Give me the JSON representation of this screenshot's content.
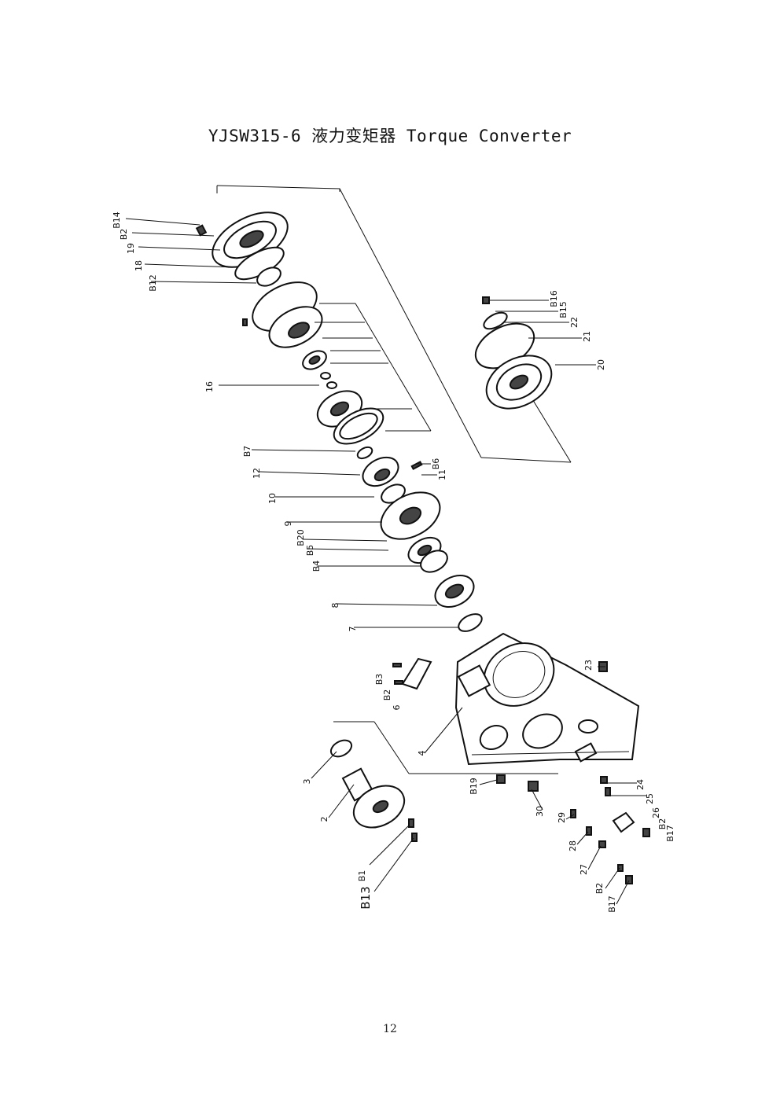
{
  "document": {
    "title": "YJSW315-6 液力变矩器 Torque Converter",
    "page_number": "12"
  },
  "callouts": {
    "B14": "B14",
    "B2a": "B2",
    "p19": "19",
    "p18": "18",
    "B12": "B12",
    "p16": "16",
    "B7": "B7",
    "p12": "12",
    "p10": "10",
    "p9": "9",
    "B20": "B20",
    "B5": "B5",
    "B4": "B4",
    "p8": "8",
    "p7": "7",
    "B6": "B6",
    "p11": "11",
    "B16": "B16",
    "B15": "B15",
    "p22": "22",
    "p21": "21",
    "p20": "20",
    "B3": "B3",
    "B2b": "B2",
    "p6": "6",
    "p4": "4",
    "p23": "23",
    "p3": "3",
    "p2": "2",
    "B1": "B1",
    "B13": "B13",
    "B19": "B19",
    "p30": "30",
    "p29": "29",
    "p28": "28",
    "p27": "27",
    "B2c": "B2",
    "B17a": "B17",
    "p24": "24",
    "p25": "25",
    "p26": "26",
    "B2d": "B2",
    "B17b": "B17"
  }
}
